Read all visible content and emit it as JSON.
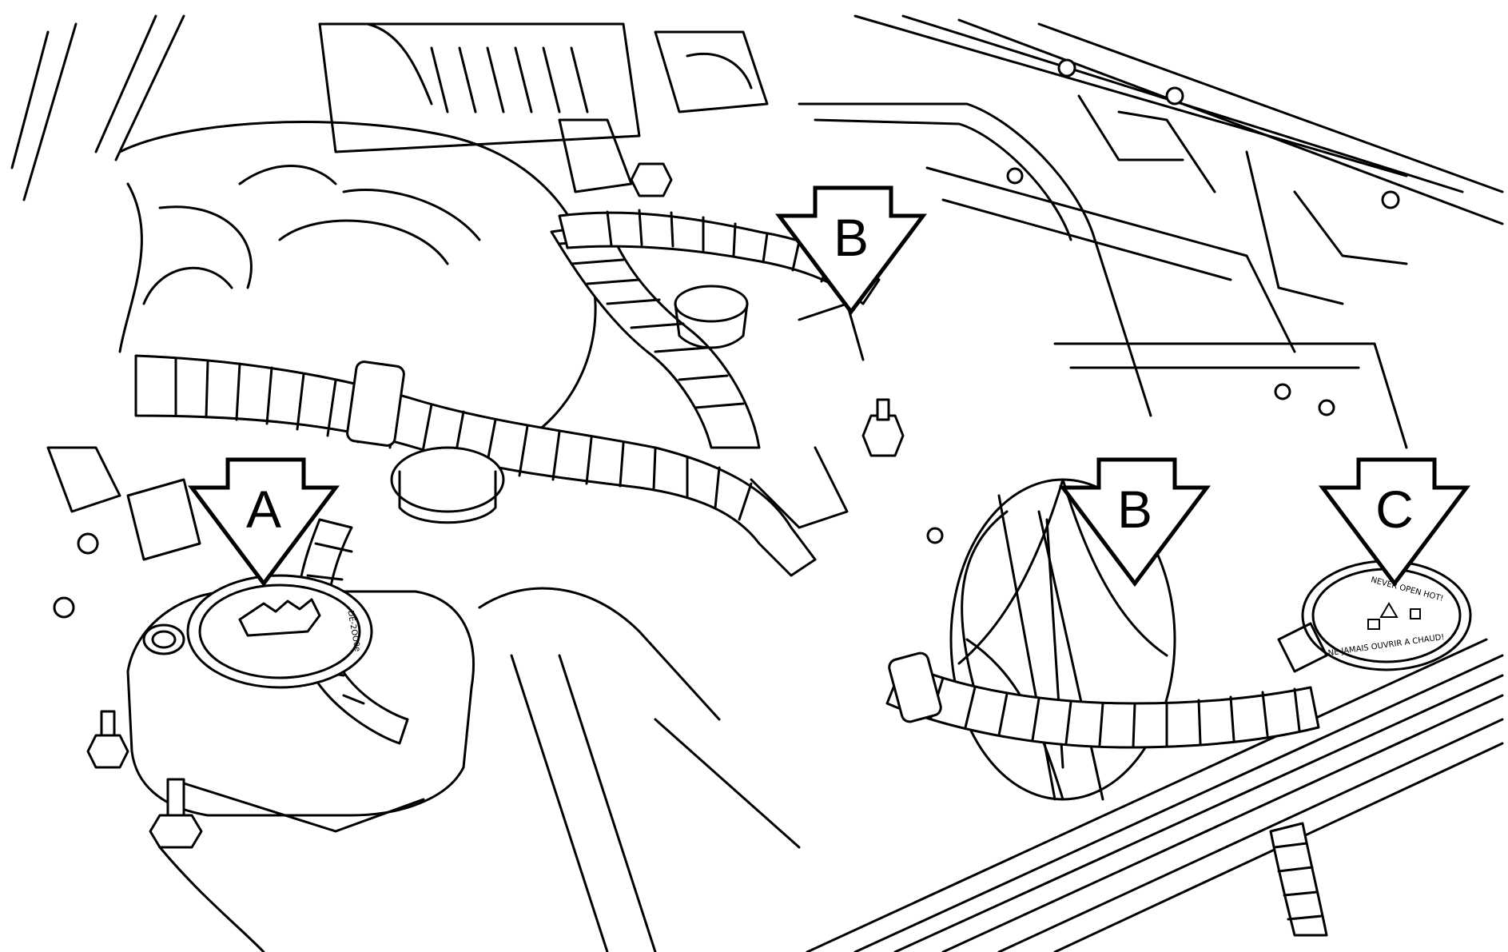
{
  "callouts": {
    "a": "A",
    "b1": "B",
    "b2": "B",
    "c": "C"
  },
  "reservoir_cap_text": "DE-2OO0e",
  "radiator_cap": {
    "line1": "NEVER OPEN HOT!",
    "line2": "NE JAMAIS OUVRIR A CHAUD!"
  },
  "colors": {
    "ink": "#000000",
    "paper": "#ffffff"
  },
  "icons": [
    "warning-icon",
    "steam-icon",
    "hand-icon"
  ]
}
